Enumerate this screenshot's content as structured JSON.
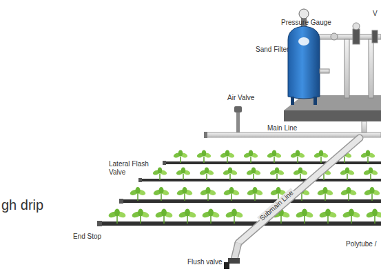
{
  "diagram": {
    "labels": [
      "Pressure Gauge",
      "V",
      "Sand Filter",
      "Air Valve",
      "Main Line",
      "Lateral Flash Valve",
      "gh drip",
      "End Stop",
      "Flush valve",
      "Submain Line",
      "Polytube /"
    ]
  }
}
